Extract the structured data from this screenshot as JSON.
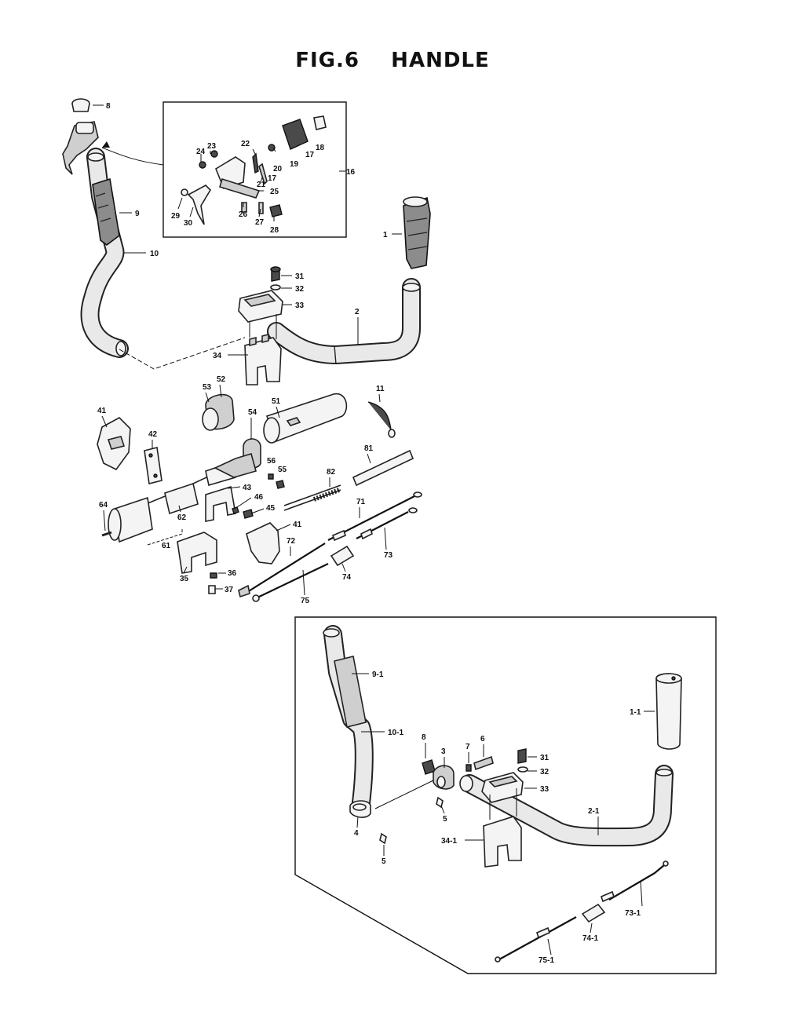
{
  "title": "FIG.6    HANDLE",
  "labels": {
    "p8": "8",
    "p9": "9",
    "p10": "10",
    "p16": "16",
    "p23": "23",
    "p24": "24",
    "p22": "22",
    "p17a": "17",
    "p17b": "17",
    "p18": "18",
    "p19": "19",
    "p20": "20",
    "p21": "21",
    "p25": "25",
    "p26": "26",
    "p27": "27",
    "p28": "28",
    "p29": "29",
    "p30": "30",
    "p1": "1",
    "p2": "2",
    "p31": "31",
    "p32": "32",
    "p33": "33",
    "p34": "34",
    "p11": "11",
    "p51": "51",
    "p52": "52",
    "p53": "53",
    "p54": "54",
    "p55": "55",
    "p56": "56",
    "p41a": "41",
    "p41b": "41",
    "p42": "42",
    "p43": "43",
    "p45": "45",
    "p46": "46",
    "p62": "62",
    "p61": "61",
    "p64": "64",
    "p81": "81",
    "p82": "82",
    "p71": "71",
    "p72": "72",
    "p73": "73",
    "p74": "74",
    "p75": "75",
    "p35": "35",
    "p36": "36",
    "p37": "37"
  },
  "inset_labels": {
    "p9_1": "9-1",
    "p10_1": "10-1",
    "p1_1": "1-1",
    "p2_1": "2-1",
    "p8": "8",
    "p3": "3",
    "p7": "7",
    "p6": "6",
    "p31": "31",
    "p32": "32",
    "p33": "33",
    "p34_1": "34-1",
    "p4": "4",
    "p5a": "5",
    "p5b": "5",
    "p73_1": "73-1",
    "p74_1": "74-1",
    "p75_1": "75-1"
  }
}
